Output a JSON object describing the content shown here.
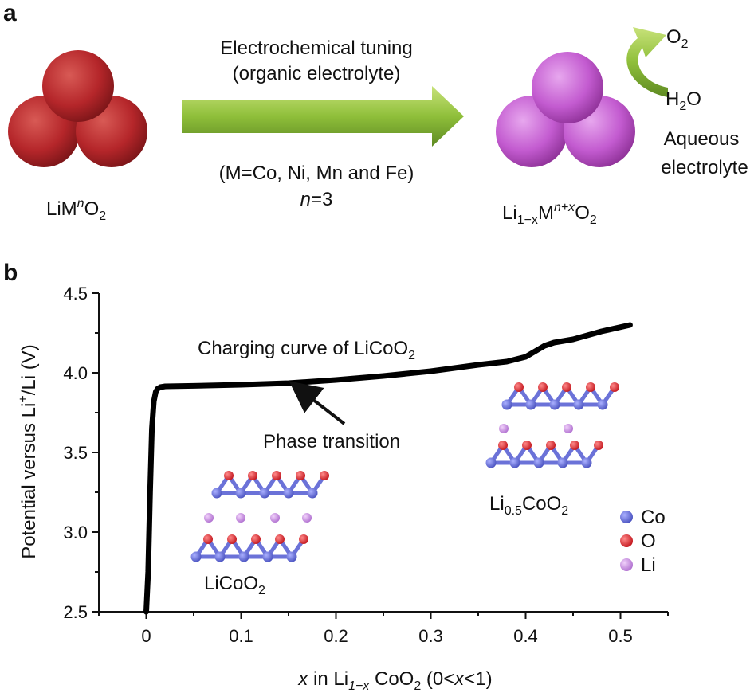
{
  "panel_a": {
    "label": "a",
    "arrow_text_top_1": "Electrochemical tuning",
    "arrow_text_top_2": "(organic electrolyte)",
    "arrow_text_bottom_1": "(M=Co, Ni, Mn and Fe)",
    "arrow_text_bottom_n": "n",
    "arrow_text_bottom_eq": "=3",
    "left_formula": {
      "a": "LiM",
      "sup": "n",
      "b": "O",
      "sub": "2"
    },
    "right_formula": {
      "a": "Li",
      "sub1": "1−x",
      "b": "M",
      "sup": "n+x",
      "c": "O",
      "sub2": "2"
    },
    "o2": {
      "a": "O",
      "sub": "2"
    },
    "h2o": {
      "a": "H",
      "sub": "2",
      "b": "O"
    },
    "aqueous_1": "Aqueous",
    "aqueous_2": "electrolyte",
    "colors": {
      "red_sphere": "#b5262a",
      "purple_sphere": "#c35bd0",
      "arrow_green": "#8fbf3a"
    }
  },
  "panel_b": {
    "label": "b",
    "curve_label": {
      "a": "Charging curve of LiCoO",
      "sub": "2"
    },
    "phase_transition": "Phase transition",
    "struct_left": {
      "a": "LiCoO",
      "sub": "2"
    },
    "struct_right": {
      "a": "Li",
      "sub1": "0.5",
      "b": "CoO",
      "sub2": "2"
    },
    "legend": [
      {
        "name": "Co",
        "color": "#6b72d8"
      },
      {
        "name": "O",
        "color": "#e3232b"
      },
      {
        "name": "Li",
        "color": "#c98ee0"
      }
    ],
    "ylabel": {
      "a": "Potential versus Li",
      "sup": "+",
      "b": "/Li (V)"
    },
    "xlabel": {
      "x": "x",
      "a": " in Li",
      "sub": "1−x",
      "b": " CoO",
      "sub2": "2",
      "c": " (0<",
      "x2": "x",
      "d": "<1)"
    }
  },
  "chart_data": {
    "type": "line",
    "x": [
      0.0,
      0.002,
      0.004,
      0.006,
      0.008,
      0.01,
      0.012,
      0.015,
      0.02,
      0.05,
      0.1,
      0.15,
      0.2,
      0.25,
      0.3,
      0.35,
      0.38,
      0.4,
      0.42,
      0.43,
      0.45,
      0.48,
      0.51
    ],
    "y": [
      2.5,
      2.75,
      3.25,
      3.65,
      3.82,
      3.88,
      3.9,
      3.91,
      3.915,
      3.918,
      3.925,
      3.935,
      3.955,
      3.98,
      4.01,
      4.05,
      4.07,
      4.1,
      4.17,
      4.19,
      4.21,
      4.26,
      4.3
    ],
    "xlim": [
      -0.05,
      0.55
    ],
    "ylim": [
      2.5,
      4.5
    ],
    "xticks": [
      0,
      0.1,
      0.2,
      0.3,
      0.4,
      0.5
    ],
    "xtick_labels": [
      "0",
      "0.1",
      "0.2",
      "0.3",
      "0.4",
      "0.5"
    ],
    "yticks": [
      2.5,
      3.0,
      3.5,
      4.0,
      4.5
    ],
    "ytick_labels": [
      "2.5",
      "3.0",
      "3.5",
      "4.0",
      "4.5"
    ],
    "line_color": "#000000"
  }
}
